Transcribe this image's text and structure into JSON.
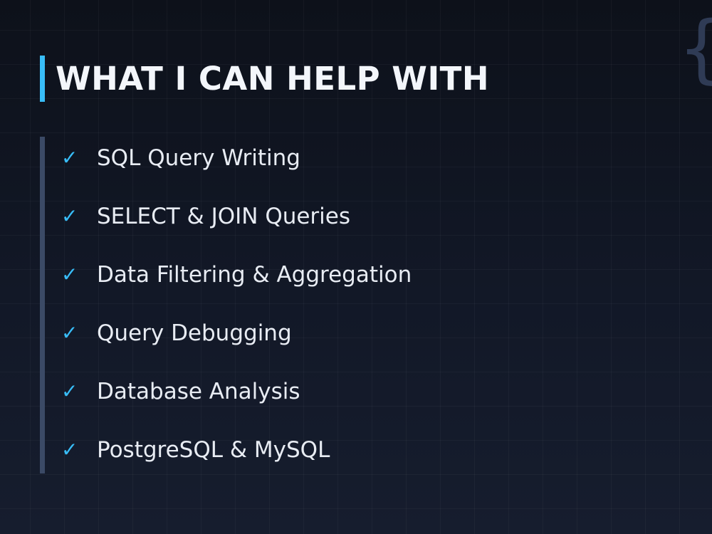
{
  "slide": {
    "title": "WHAT I CAN HELP WITH",
    "decoration_glyph": "{",
    "check_glyph": "✓",
    "items": [
      "SQL Query Writing",
      "SELECT & JOIN Queries",
      "Data Filtering & Aggregation",
      "Query Debugging",
      "Database Analysis",
      "PostgreSQL & MySQL"
    ]
  },
  "colors": {
    "accent": "#38bdf8",
    "background": "#0f1420",
    "text": "#e8ecf3",
    "muted_bar": "#3b4a66",
    "decoration": "#2f3b55"
  }
}
